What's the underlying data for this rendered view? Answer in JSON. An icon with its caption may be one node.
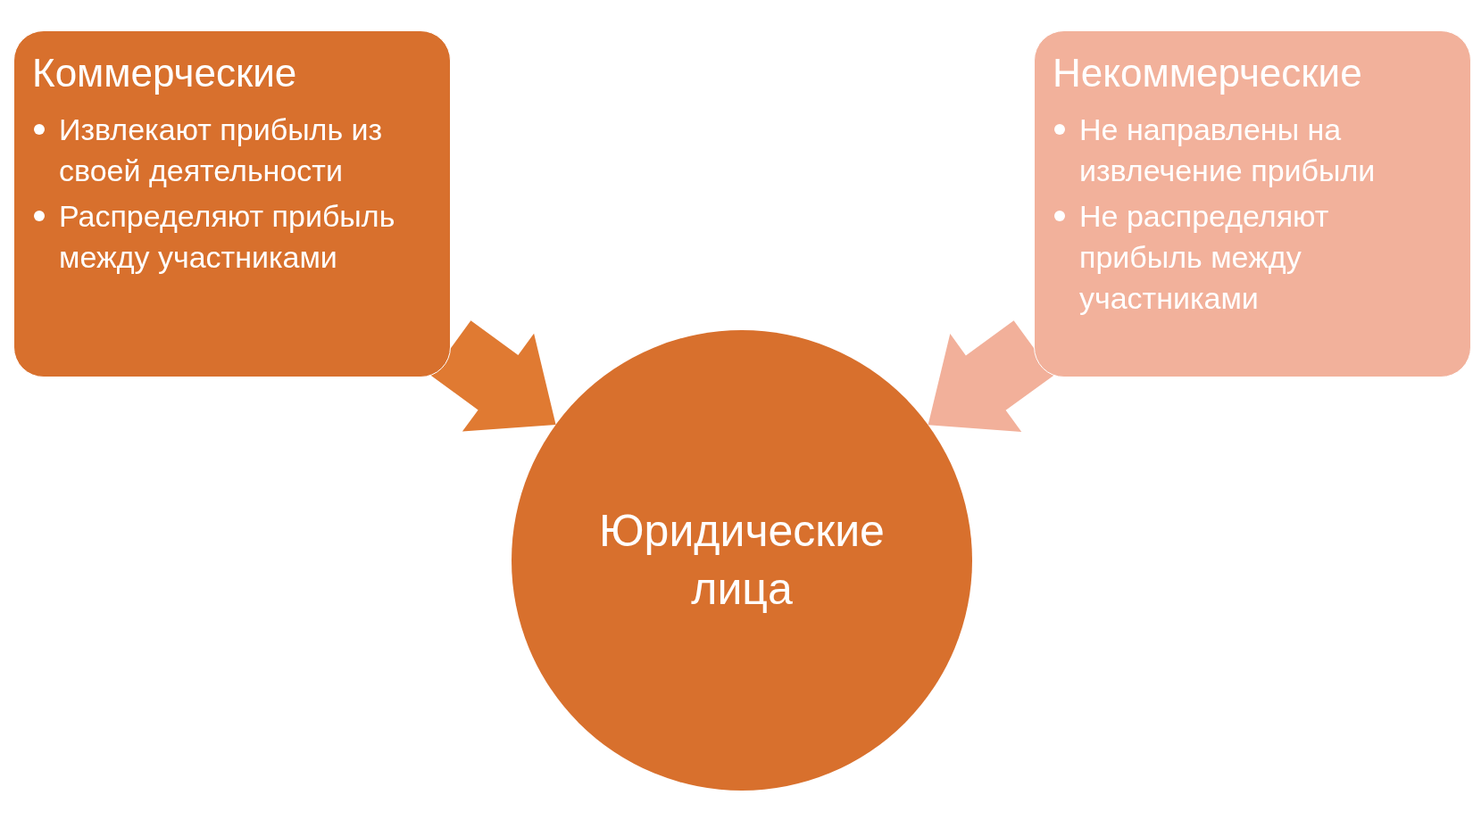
{
  "diagram": {
    "nodes": [
      {
        "text": [
          "Коммерческие",
          "Извлекают прибыль из своей деятельности",
          "Распределяют прибыль между участниками"
        ]
      },
      {
        "text": [
          "Некоммерческие",
          "Не направлены на извлечение прибыли",
          "Не распределяют прибыль между участниками"
        ]
      },
      {
        "text": [
          "Юридические лица"
        ]
      }
    ],
    "edges": [
      {
        "from": 0,
        "to": 2,
        "arrow": "to",
        "style": "thick",
        "color": "#e07a32"
      },
      {
        "from": 1,
        "to": 2,
        "arrow": "to",
        "style": "thick",
        "color": "#f2b09a"
      }
    ]
  }
}
